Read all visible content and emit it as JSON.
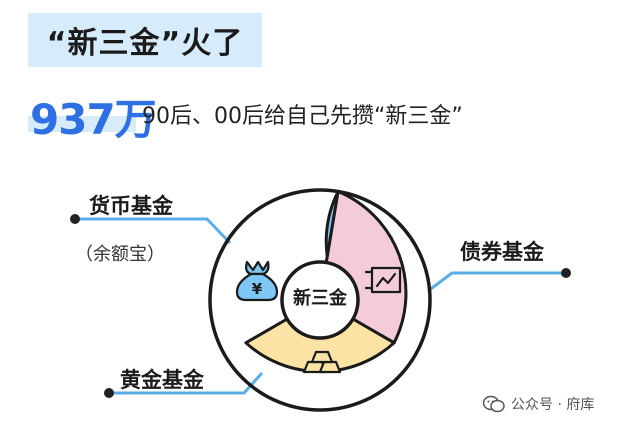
{
  "title": "“新三金”火了",
  "headline": {
    "number": "937万",
    "text": "90后、00后给自己先攒“新三金”"
  },
  "diagram": {
    "center": "新三金",
    "segments": [
      {
        "name": "货币基金",
        "sub": "（余额宝）",
        "color": "#7ec7f7",
        "icon": "money-bag-icon"
      },
      {
        "name": "债券基金",
        "color": "#f3ccd7",
        "icon": "bond-chart-icon"
      },
      {
        "name": "黄金基金",
        "color": "#fae3a5",
        "icon": "gold-bars-icon"
      }
    ],
    "accent_color": "#5aaee8"
  },
  "watermark": "公众号 · 府库"
}
